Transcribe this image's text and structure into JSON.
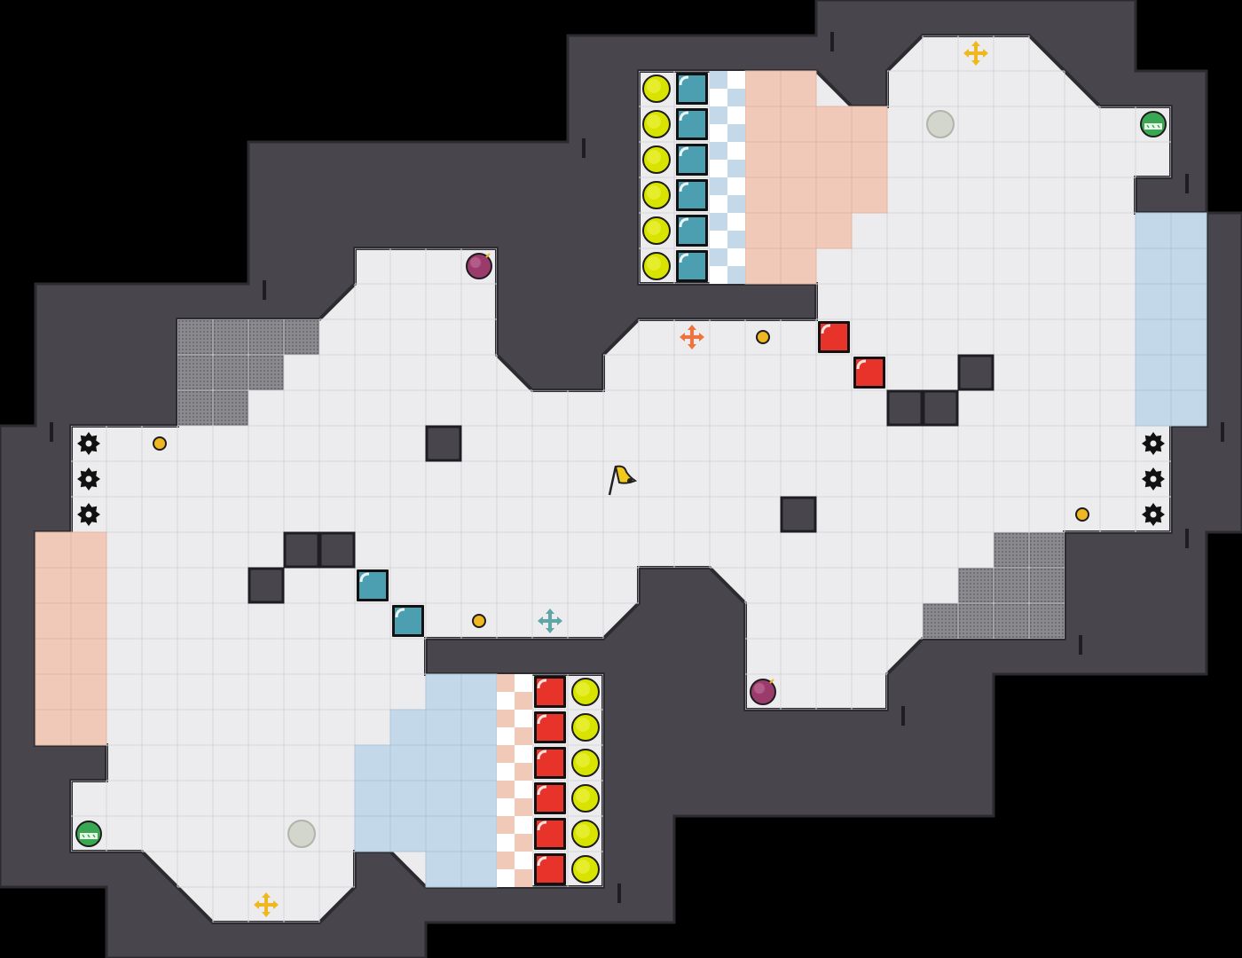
{
  "game": {
    "type": "top-down puzzle map",
    "grid": {
      "cols": 35,
      "rows": 27
    },
    "colors": {
      "void": "#000000",
      "wall": "#48464c",
      "wall_edge": "#2c2b30",
      "floor": "#ececee",
      "floor_line": "#d6d6da",
      "peach_zone": "#f0c9b8",
      "blue_zone": "#c3d8e8",
      "mesh": "#8b8b8f",
      "red_block": "#e8332a",
      "teal_block": "#4b9fb0",
      "yellow_ball": "#d8e400",
      "purple_ball": "#9a3b6c",
      "green_bot": "#3aa853",
      "gold": "#f0b820"
    },
    "player": {
      "icon": "yellow-flag-icon",
      "col": 17,
      "row": 13
    },
    "mesh_cells": [
      [
        5,
        9
      ],
      [
        6,
        9
      ],
      [
        7,
        9
      ],
      [
        8,
        9
      ],
      [
        5,
        10
      ],
      [
        6,
        10
      ],
      [
        7,
        10
      ],
      [
        5,
        11
      ],
      [
        6,
        11
      ],
      [
        28,
        15
      ],
      [
        29,
        15
      ],
      [
        27,
        16
      ],
      [
        28,
        16
      ],
      [
        29,
        16
      ],
      [
        26,
        17
      ],
      [
        27,
        17
      ],
      [
        28,
        17
      ],
      [
        29,
        17
      ]
    ],
    "peach_zones": [
      [
        21,
        2
      ],
      [
        22,
        2
      ],
      [
        21,
        3
      ],
      [
        22,
        3
      ],
      [
        23,
        3
      ],
      [
        24,
        3
      ],
      [
        21,
        4
      ],
      [
        22,
        4
      ],
      [
        23,
        4
      ],
      [
        24,
        4
      ],
      [
        21,
        5
      ],
      [
        22,
        5
      ],
      [
        23,
        5
      ],
      [
        24,
        5
      ],
      [
        21,
        6
      ],
      [
        22,
        6
      ],
      [
        23,
        6
      ],
      [
        21,
        7
      ],
      [
        22,
        7
      ],
      [
        1,
        15
      ],
      [
        2,
        15
      ],
      [
        1,
        16
      ],
      [
        2,
        16
      ],
      [
        1,
        17
      ],
      [
        2,
        17
      ],
      [
        1,
        18
      ],
      [
        2,
        18
      ],
      [
        1,
        19
      ],
      [
        2,
        19
      ],
      [
        1,
        20
      ],
      [
        2,
        20
      ]
    ],
    "blue_zones": [
      [
        32,
        6
      ],
      [
        33,
        6
      ],
      [
        32,
        7
      ],
      [
        33,
        7
      ],
      [
        32,
        8
      ],
      [
        33,
        8
      ],
      [
        32,
        9
      ],
      [
        33,
        9
      ],
      [
        32,
        10
      ],
      [
        33,
        10
      ],
      [
        32,
        11
      ],
      [
        33,
        11
      ],
      [
        12,
        19
      ],
      [
        13,
        19
      ],
      [
        11,
        20
      ],
      [
        12,
        20
      ],
      [
        13,
        20
      ],
      [
        10,
        21
      ],
      [
        11,
        21
      ],
      [
        12,
        21
      ],
      [
        13,
        21
      ],
      [
        10,
        22
      ],
      [
        11,
        22
      ],
      [
        12,
        22
      ],
      [
        13,
        22
      ],
      [
        10,
        23
      ],
      [
        11,
        23
      ],
      [
        12,
        23
      ],
      [
        13,
        23
      ],
      [
        12,
        24
      ],
      [
        13,
        24
      ]
    ],
    "checker_columns": [
      {
        "col": 20,
        "rows": [
          2,
          7
        ],
        "tone": "blue"
      },
      {
        "col": 14,
        "rows": [
          19,
          24
        ],
        "tone": "peach"
      }
    ],
    "pillars": [
      [
        12,
        12
      ],
      [
        27,
        10
      ],
      [
        25,
        11
      ],
      [
        26,
        11
      ],
      [
        22,
        14
      ],
      [
        8,
        15
      ],
      [
        9,
        15
      ],
      [
        7,
        16
      ]
    ],
    "yellow_balls": [
      [
        18,
        2
      ],
      [
        18,
        3
      ],
      [
        18,
        4
      ],
      [
        18,
        5
      ],
      [
        18,
        6
      ],
      [
        18,
        7
      ],
      [
        16,
        19
      ],
      [
        16,
        20
      ],
      [
        16,
        21
      ],
      [
        16,
        22
      ],
      [
        16,
        23
      ],
      [
        16,
        24
      ]
    ],
    "teal_blocks": [
      [
        19,
        2
      ],
      [
        19,
        3
      ],
      [
        19,
        4
      ],
      [
        19,
        5
      ],
      [
        19,
        6
      ],
      [
        19,
        7
      ],
      [
        10,
        16
      ],
      [
        11,
        17
      ]
    ],
    "red_blocks": [
      [
        15,
        19
      ],
      [
        15,
        20
      ],
      [
        15,
        21
      ],
      [
        15,
        22
      ],
      [
        15,
        23
      ],
      [
        15,
        24
      ],
      [
        23,
        9
      ],
      [
        24,
        10
      ]
    ],
    "purple_bombs": [
      [
        13,
        7
      ],
      [
        21,
        19
      ]
    ],
    "green_bots": [
      [
        32,
        3
      ],
      [
        2,
        23
      ]
    ],
    "grey_pads": [
      [
        26,
        3
      ],
      [
        8,
        23
      ]
    ],
    "gold_coins": [
      [
        21,
        9
      ],
      [
        4,
        12
      ],
      [
        30,
        14
      ],
      [
        13,
        17
      ]
    ],
    "spike_gears": [
      [
        2,
        12
      ],
      [
        2,
        13
      ],
      [
        2,
        14
      ],
      [
        32,
        12
      ],
      [
        32,
        13
      ],
      [
        32,
        14
      ]
    ],
    "move_arrows": [
      {
        "col": 27,
        "row": 1,
        "color": "#f0b820",
        "icon": "move-arrows-yellow-icon"
      },
      {
        "col": 19,
        "row": 9,
        "color": "#ee7340",
        "icon": "move-arrows-orange-icon"
      },
      {
        "col": 15,
        "row": 17,
        "color": "#5fa6a8",
        "icon": "move-arrows-teal-icon"
      },
      {
        "col": 7,
        "row": 25,
        "color": "#f0b820",
        "icon": "move-arrows-yellow-icon"
      }
    ]
  }
}
